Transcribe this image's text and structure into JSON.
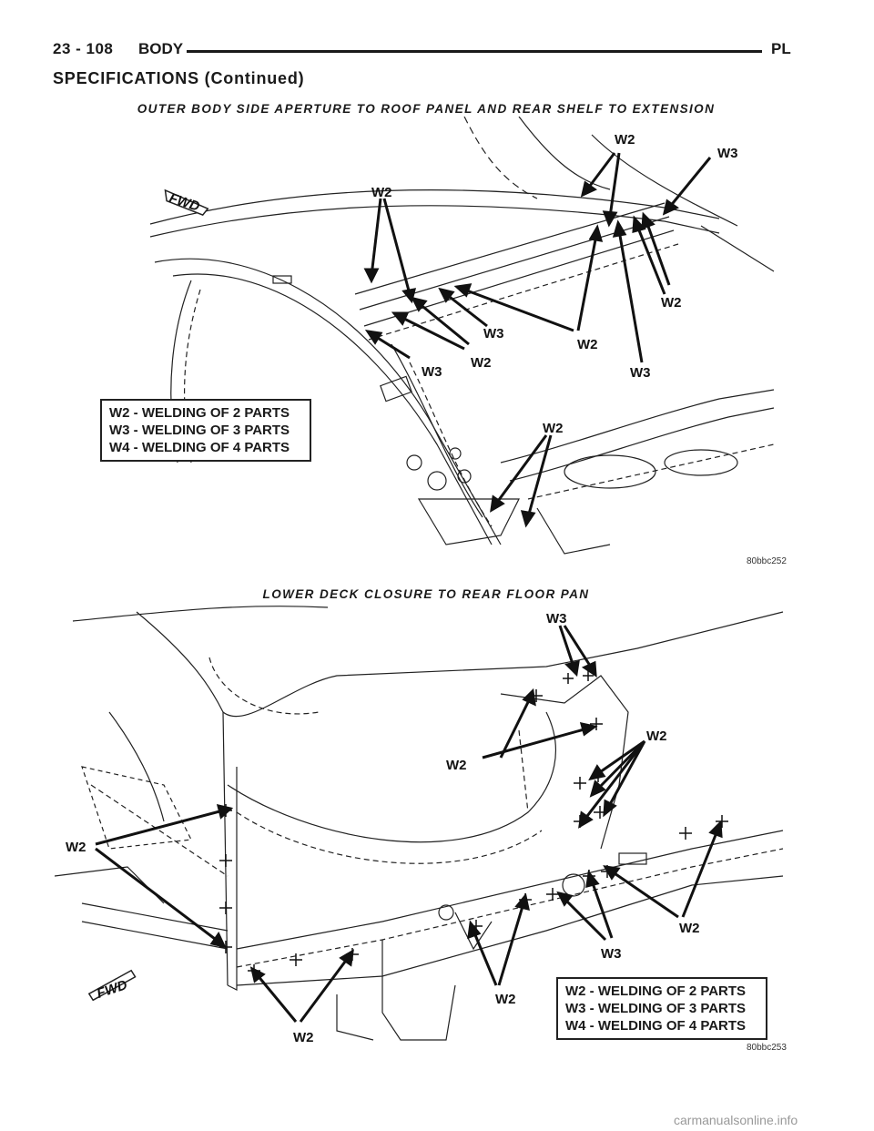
{
  "header": {
    "page_number": "23 - 108",
    "section": "BODY",
    "model": "PL"
  },
  "section_title": "SPECIFICATIONS (Continued)",
  "figure1": {
    "caption": "OUTER BODY SIDE APERTURE TO ROOF PANEL AND REAR SHELF TO EXTENSION",
    "fwd_label": "FWD",
    "labels": {
      "w2_a": "W2",
      "w2_b": "W2",
      "w3_a": "W3",
      "w3_b": "W3",
      "w2_c": "W2",
      "w3_c": "W3",
      "w2_d": "W2",
      "w2_e": "W2",
      "w3_d": "W3",
      "w2_f": "W2"
    },
    "legend": [
      "W2 - WELDING OF 2 PARTS",
      "W3 - WELDING OF 3 PARTS",
      "W4 - WELDING OF 4 PARTS"
    ],
    "figure_id": "80bbc252"
  },
  "figure2": {
    "caption": "LOWER DECK CLOSURE TO REAR FLOOR PAN",
    "fwd_label": "FWD",
    "labels": {
      "w3_top": "W3",
      "w2_mid": "W2",
      "w2_right": "W2",
      "w2_left": "W2",
      "w3_bot": "W3",
      "w2_br": "W2",
      "w2_bc": "W2",
      "w2_bl": "W2"
    },
    "legend": [
      "W2 - WELDING OF 2 PARTS",
      "W3 - WELDING OF 3 PARTS",
      "W4 - WELDING OF 4 PARTS"
    ],
    "figure_id": "80bbc253"
  },
  "watermark": "carmanualsonline.info"
}
